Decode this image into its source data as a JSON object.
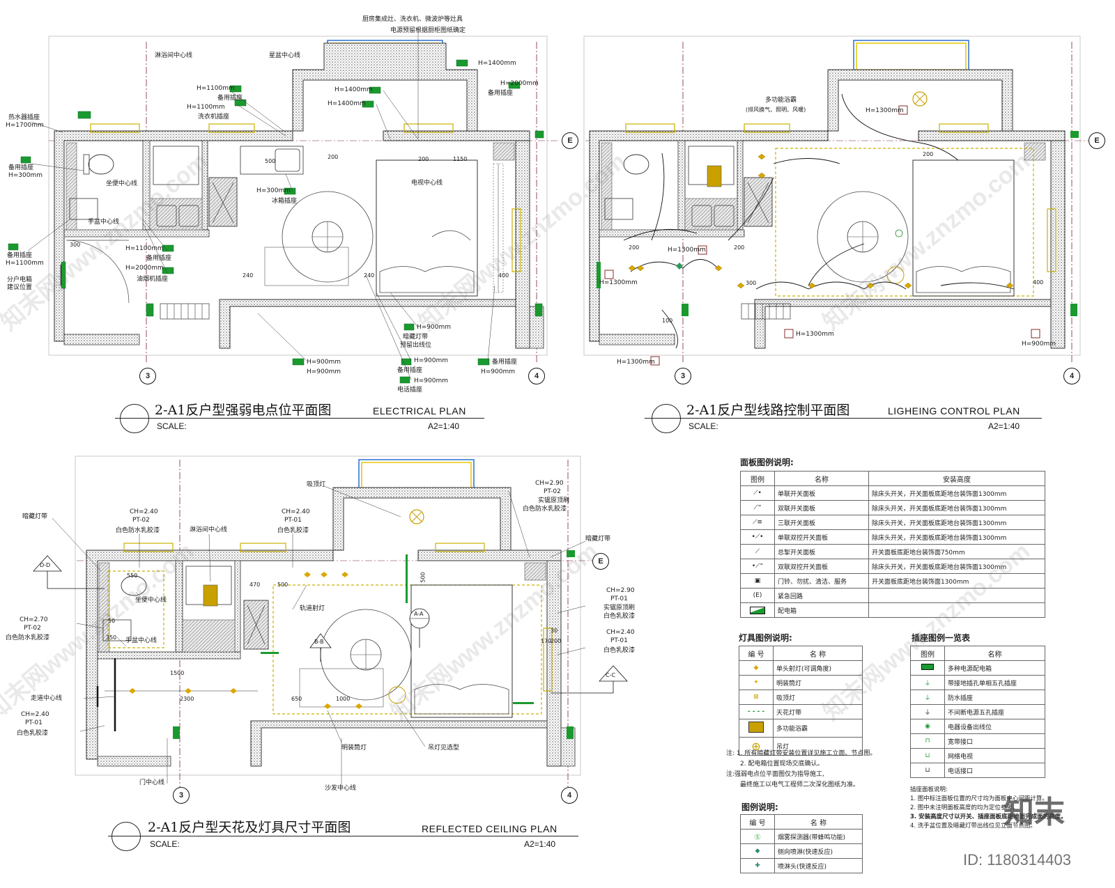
{
  "plans": {
    "electrical": {
      "title_cn": "2-A1反户型强弱电点位平面图",
      "title_en": "ELECTRICAL PLAN",
      "scale_label": "SCALE:",
      "scale_value": "A2=1:40",
      "notes": {
        "kitchen_top": "厨房集成灶、洗衣机、微波炉等灶具",
        "kitchen_sub": "电源预留根据厨柜图纸确定",
        "shower_center": "淋浴间中心线",
        "basin_center_top": "星盆中心线",
        "heater_socket": "热水器插座",
        "heater_h": "H=1700mm",
        "spare_socket_l": "备用插座",
        "spare_h300": "H=300mm",
        "toilet_center": "坐便中心线",
        "basin_center": "手盆中心线",
        "spare_socket_l2": "备用插座",
        "spare_h1100": "H=1100mm",
        "dist_box": "分户电箱",
        "dist_box2": "建议位置",
        "h1100a": "H=1100mm",
        "spare_a": "备用插座",
        "h1100b": "H=1100mm",
        "washer": "洗衣机插座",
        "h1400a": "H=1400mm",
        "h1400b": "H=1400mm",
        "h1400c": "H=1400mm",
        "h2000a": "H=2000mm",
        "spare_b": "备用插座",
        "fridge_h": "H=300mm",
        "fridge": "冰箱插座",
        "tv_center": "电视中心线",
        "h1100c": "H=1100mm",
        "spare_c": "备用插座",
        "h2000b": "H=2000mm",
        "hood": "油烟机插座",
        "h900a": "H=900mm",
        "strip": "暗藏灯带",
        "strip2": "预留出线位",
        "h900b": "H=900mm",
        "h900c": "H=900mm",
        "spare_d": "备用插座",
        "h900d": "H=900mm",
        "spare_e": "备用插座",
        "h900e": "H=900mm",
        "h900f": "H=900mm",
        "phone": "电话插座",
        "d300": "300",
        "d500": "500",
        "d200a": "200",
        "d200b": "200",
        "d1150": "1150",
        "d240a": "240",
        "d240b": "240",
        "d400": "400"
      }
    },
    "lighting": {
      "title_cn": "2-A1反户型线路控制平面图",
      "title_en": "LIGHEING CONTROL PLAN",
      "scale_label": "SCALE:",
      "scale_value": "A2=1:40",
      "notes": {
        "multi_bath": "多功能浴霸",
        "multi_bath_sub": "(排风换气、照明、风暖)",
        "h1300a": "H=1300mm",
        "h1300b": "H=1300mm",
        "h1300c": "H=1300mm",
        "h1300d": "H=1300mm",
        "h1300e": "H=1300mm",
        "h900": "H=900mm",
        "d200a": "200",
        "d200b": "200",
        "d200c": "200",
        "d300": "300",
        "d100": "100",
        "d400": "400"
      }
    },
    "ceiling": {
      "title_cn": "2-A1反户型天花及灯具尺寸平面图",
      "title_en": "REFLECTED CEILING PLAN",
      "scale_label": "SCALE:",
      "scale_value": "A2=1:40",
      "notes": {
        "hidden_strip_l": "暗藏灯带",
        "ceiling_lamp": "吸顶灯",
        "ch290a": "CH=2.90",
        "pt02a": "PT-02",
        "ch290a_desc1": "实锯原顶刷",
        "ch290a_desc2": "白色防水乳胶漆",
        "ch240a": "CH=2.40",
        "pt02b": "PT-02",
        "waterproof_a": "白色防水乳胶漆",
        "ch240b": "CH=2.40",
        "pt01a": "PT-01",
        "latex_a": "白色乳胶漆",
        "shower_center": "淋浴间中心线",
        "hidden_strip_r": "暗藏灯带",
        "toilet_center": "坐便中心线",
        "basin_center": "手盆中心线",
        "ch270": "CH=2.70",
        "pt02c": "PT-02",
        "waterproof_b": "白色防水乳胶漆",
        "track_light": "轨道射灯",
        "ch290b": "CH=2.90",
        "pt01b": "PT-01",
        "ch290b_desc1": "实锯原顶刷",
        "ch290b_desc2": "白色乳胶漆",
        "ch240c": "CH=2.40",
        "pt01c": "PT-01",
        "latex_b": "白色乳胶漆",
        "corridor_center": "走道中心线",
        "ch240d": "CH=2.40",
        "pt01d": "PT-01",
        "latex_c": "白色乳胶漆",
        "down_light": "明装筒灯",
        "pendant": "吊灯见选型",
        "door_center": "门中心线",
        "sofa_center": "沙发中心线",
        "d1500": "1500",
        "d2300": "2300",
        "d650": "650",
        "d1000": "1000",
        "d470": "470",
        "d500": "500",
        "d550": "550",
        "d350": "350",
        "d50": "50",
        "d170": "170",
        "d200": "200",
        "d30": "30"
      }
    }
  },
  "axes": {
    "e": "E",
    "three": "3",
    "four": "4"
  },
  "sections": {
    "dd": "D-D",
    "cc": "C-C",
    "aa": "A-A",
    "bb": "B-B"
  },
  "panel_legend": {
    "title": "面板图例说明:",
    "headers": [
      "图例",
      "名称",
      "安装高度"
    ],
    "rows": [
      {
        "name": "单联开关面板",
        "height": "除床头开关，开关面板底距地台装饰面1300mm"
      },
      {
        "name": "双联开关面板",
        "height": "除床头开关，开关面板底距地台装饰面1300mm"
      },
      {
        "name": "三联开关面板",
        "height": "除床头开关，开关面板底距地台装饰面1300mm"
      },
      {
        "name": "单联双控开关面板",
        "height": "除床头开关，开关面板底距地台装饰面1300mm"
      },
      {
        "name": "总掣开关面板",
        "height": "开关面板底距地台装饰面750mm"
      },
      {
        "name": "双联双控开关面板",
        "height": "除床头开关，开关面板底距地台装饰面1300mm"
      },
      {
        "name": "门铃、勿扰、清洁、服务",
        "height": "开关面板底距地台装饰面1300mm"
      },
      {
        "name": "紧急回路",
        "height": ""
      },
      {
        "name": "配电箱",
        "height": ""
      }
    ],
    "emergency_symbol": "(E)"
  },
  "lamp_legend": {
    "title": "灯具图例说明:",
    "headers": [
      "编 号",
      "名 称"
    ],
    "rows": [
      "单头射灯(可调角度)",
      "明装筒灯",
      "吸顶灯",
      "天花灯带",
      "多功能浴霸",
      "吊灯"
    ]
  },
  "socket_legend": {
    "title": "插座图例一览表",
    "headers": [
      "图例",
      "名称"
    ],
    "rows": [
      "多种电源配电箱",
      "带接地插孔单相五孔插座",
      "防水插座",
      "不间断电源五孔插座",
      "电器设备出线位",
      "宽带接口",
      "网络电视",
      "电话接口"
    ]
  },
  "notes_block": {
    "lines": [
      "注: 1. 所有暗藏灯带安装位置详见施工立面、节点图。",
      "2. 配电箱位置现场交底确认。",
      "注:强弱电点位平面图仅为指导施工,",
      "最终施工以电气工程师二次深化图纸为准。"
    ]
  },
  "socket_notes": {
    "title": "插座面板说明:",
    "lines": [
      "1. 图中标注面板位置的尺寸均为面板中心间距计算。",
      "2. 图中未注明面板高度的均为定位参考。",
      "3. 安装高度尺寸以开关、插座面板底距地面完成面的高度。",
      "4. 洗手盆位置及暗藏灯带出线位见立面节点图。"
    ]
  },
  "figure_legend": {
    "title": "图例说明:",
    "headers": [
      "编 号",
      "名 称"
    ],
    "rows": [
      "烟雾探测器(带蜂鸣功能)",
      "侧向喷淋(快速反应)",
      "喷淋头(快速反应)"
    ]
  },
  "watermark": {
    "text": "知末网www.znzmo.com",
    "logo": "知末",
    "id_label": "ID: 1180314403"
  }
}
